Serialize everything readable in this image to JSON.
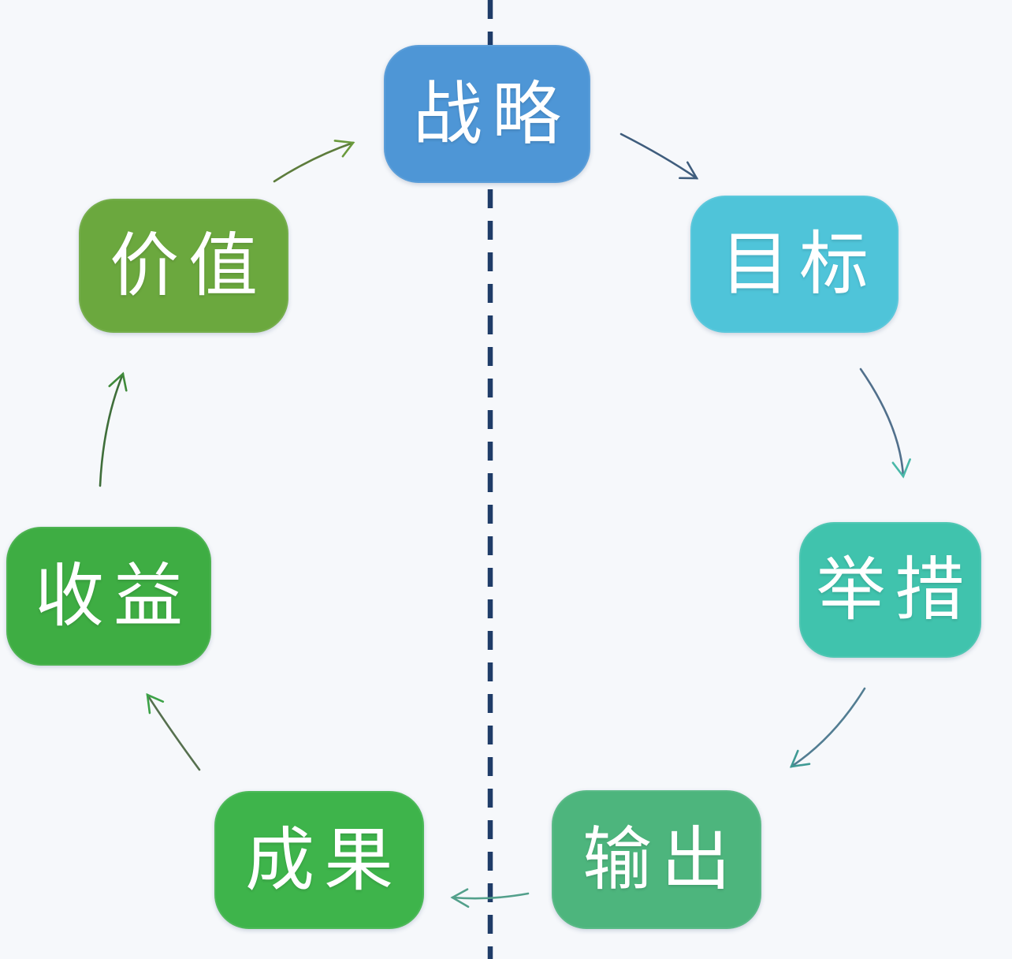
{
  "diagram": {
    "title": "strategy-to-value-cycle",
    "background_color": "#f6f8fb",
    "text_color": "#ffffff",
    "divider": {
      "orientation": "vertical",
      "style": "dashed",
      "color": "#1f3c68"
    },
    "nodes": [
      {
        "id": "strategy",
        "label": "战略",
        "color": "#4e96d6"
      },
      {
        "id": "goal",
        "label": "目标",
        "color": "#4fc4d9"
      },
      {
        "id": "initiative",
        "label": "举措",
        "color": "#40c3ad"
      },
      {
        "id": "output",
        "label": "输出",
        "color": "#4db57d"
      },
      {
        "id": "result",
        "label": "成果",
        "color": "#3eb44b"
      },
      {
        "id": "benefit",
        "label": "收益",
        "color": "#3ead43"
      },
      {
        "id": "value",
        "label": "价值",
        "color": "#6ba83e"
      }
    ],
    "arrows": [
      {
        "from": "strategy",
        "to": "goal",
        "color": "#3f5d7d",
        "head_color": "#3f5d7d"
      },
      {
        "from": "goal",
        "to": "initiative",
        "color": "#51708c",
        "head_color": "#49b8a8"
      },
      {
        "from": "initiative",
        "to": "output",
        "color": "#527d92",
        "head_color": "#3f9a94"
      },
      {
        "from": "output",
        "to": "result",
        "color": "#53a08b",
        "head_color": "#53a08b"
      },
      {
        "from": "result",
        "to": "benefit",
        "color": "#56704f",
        "head_color": "#3ca247"
      },
      {
        "from": "benefit",
        "to": "value",
        "color": "#3f6e3a",
        "head_color": "#3f8a3a"
      },
      {
        "from": "value",
        "to": "strategy",
        "color": "#5d7c3c",
        "head_color": "#6a9a3c"
      }
    ]
  }
}
